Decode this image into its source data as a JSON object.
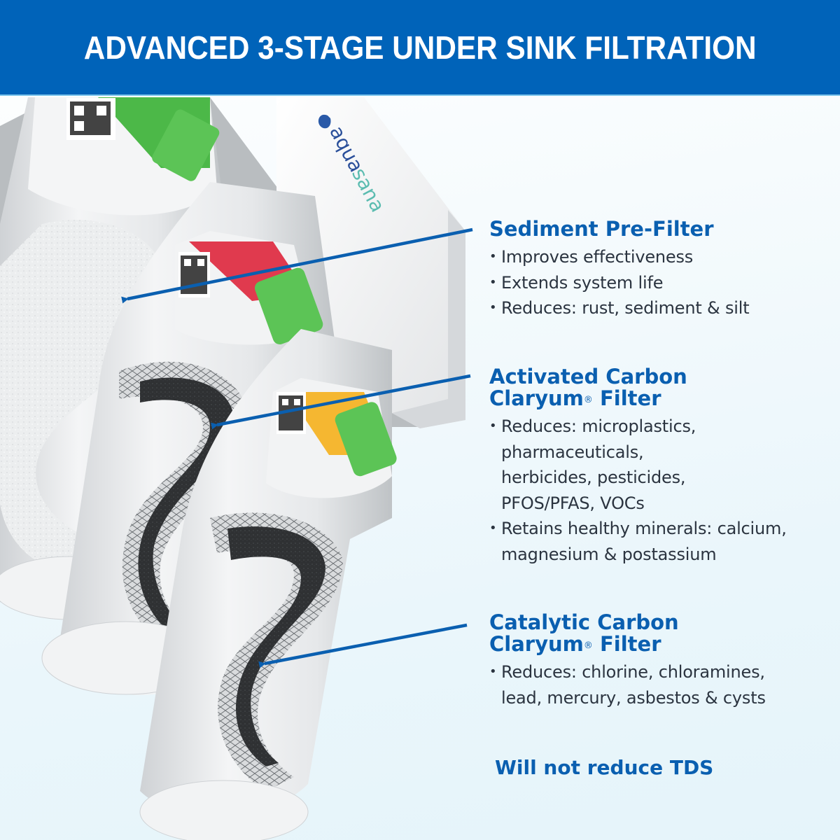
{
  "header": {
    "title": "ADVANCED 3-STAGE UNDER SINK FILTRATION",
    "background_color": "#0063b9"
  },
  "brand": {
    "logo_text_part1": "aqua",
    "logo_text_part2": "sana",
    "label_text": "aquasana",
    "label_subtext": "Claryum"
  },
  "filters": [
    {
      "title_line1": "Sediment Pre-Filter",
      "title_line2": "",
      "registered": "",
      "band_color": "#4cb848",
      "bullets": [
        "Improves effectiveness",
        "Extends system life",
        "Reduces: rust, sediment & silt"
      ]
    },
    {
      "title_line1": "Activated Carbon",
      "title_line2": "Claryum",
      "registered": "®",
      "title_line2_suffix": " Filter",
      "band_color": "#e03a4e",
      "bullets": [
        "Reduces: microplastics, pharmaceuticals, herbicides, pesticides, PFOS/PFAS, VOCs",
        "Retains healthy minerals: calcium, magnesium & postassium"
      ],
      "bullet_lines": [
        [
          "Reduces: microplastics,",
          "pharmaceuticals,",
          "herbicides, pesticides,",
          "PFOS/PFAS, VOCs"
        ],
        [
          "Retains healthy minerals: calcium,",
          "magnesium & postassium"
        ]
      ]
    },
    {
      "title_line1": "Catalytic Carbon",
      "title_line2": "Claryum",
      "registered": "®",
      "title_line2_suffix": " Filter",
      "band_color": "#f5b731",
      "bullets": [
        "Reduces: chlorine, chloramines, lead, mercury, asbestos & cysts"
      ],
      "bullet_lines": [
        [
          "Reduces: chlorine, chloramines,",
          "lead, mercury, asbestos & cysts"
        ]
      ]
    }
  ],
  "footer_note": "Will not reduce TDS",
  "colors": {
    "accent_blue": "#0a5fb0",
    "body_text": "#2b3440",
    "arrow": "#0a5fb0"
  }
}
